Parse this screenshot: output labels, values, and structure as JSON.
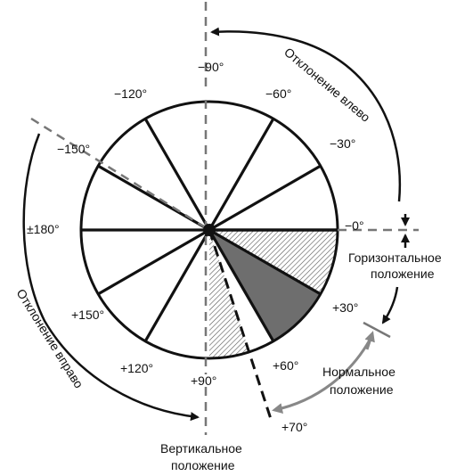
{
  "diagram": {
    "angles": {
      "m90": "−90°",
      "m120": "−120°",
      "m60": "−60°",
      "m150": "−150°",
      "m30": "−30°",
      "zero": "−0°",
      "pm180": "±180°",
      "p30": "+30°",
      "p150": "+150°",
      "p120": "+120°",
      "p60": "+60°",
      "p90": "+90°",
      "p70": "+70°"
    },
    "labels": {
      "left_deviation": "Отклонение влево",
      "right_deviation": "Отклонение вправо",
      "horizontal_1": "Горизонтальное",
      "horizontal_2": "положение",
      "normal_1": "Нормальное",
      "normal_2": "положение",
      "vertical_1": "Вертикальное",
      "vertical_2": "положение"
    }
  }
}
